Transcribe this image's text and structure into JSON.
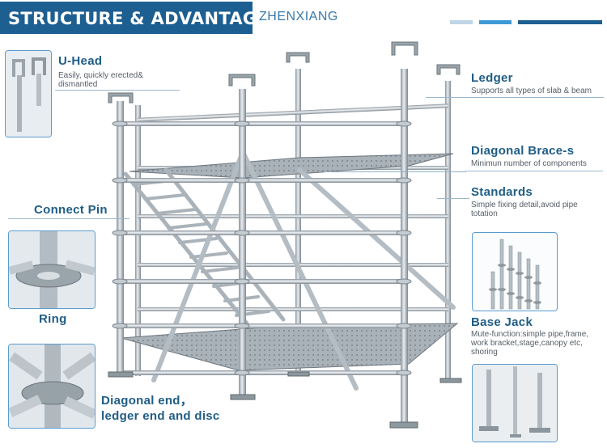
{
  "header": {
    "title": "STRUCTURE & ADVANTAGE",
    "brand": "ZHENXIANG"
  },
  "callouts": {
    "u_head": {
      "title": "U-Head",
      "desc_line1": "Easily,  quickly erected&",
      "desc_line2": "dismantled"
    },
    "ledger": {
      "title": "Ledger",
      "desc": "Supports all types of slab & beam"
    },
    "diagonal_brace": {
      "title": "Diagonal Brace-s",
      "desc": "Minimun number of components"
    },
    "standards": {
      "title": "Standards",
      "desc_line1": "Simple fixing detail,avoid pipe",
      "desc_line2": "totation"
    },
    "connect_pin": {
      "title": "Connect Pin"
    },
    "ring": {
      "title": "Ring"
    },
    "base_jack": {
      "title": "Base Jack",
      "desc_line1": "Mute-function:simple pipe,frame,",
      "desc_line2": "work bracket,stage,canopy etc,",
      "desc_line3": "shoring"
    },
    "diagonal_end": {
      "title_line1": "Diagonal end，",
      "title_line2": "ledger end and disc"
    }
  },
  "colors": {
    "brand_blue": "#1e5f92",
    "accent_blue": "#3e9ad6",
    "pale_blue": "#bfd6e8",
    "label_blue": "#1f5d86",
    "steel": "#b9c2c9"
  }
}
